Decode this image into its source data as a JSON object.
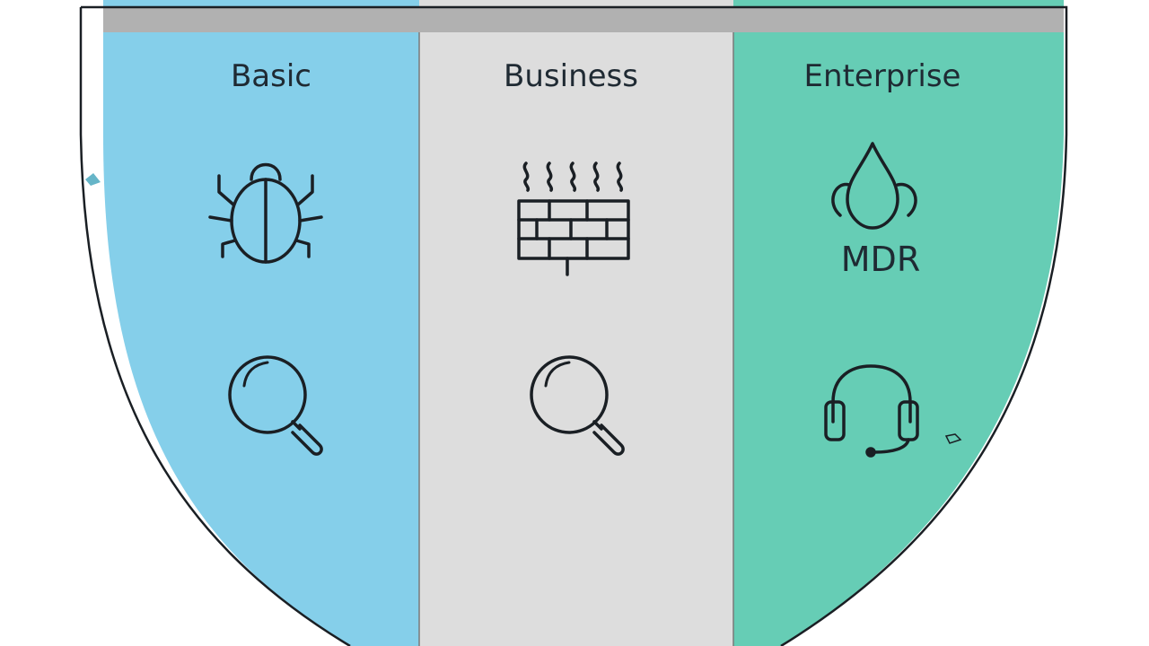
{
  "colors": {
    "basic_fill": "#85cfea",
    "business_fill": "#dddddd",
    "enterprise_fill": "#66cdb5",
    "top_bar": "#b1b1b1",
    "outline": "#1a1f24",
    "text": "#1f2a33"
  },
  "tiers": [
    {
      "title": "Basic",
      "icons": [
        "bug-icon",
        "magnifier-icon"
      ]
    },
    {
      "title": "Business",
      "icons": [
        "firewall-icon",
        "magnifier-icon"
      ]
    },
    {
      "title": "Enterprise",
      "icons": [
        "droplet-icon",
        "headset-icon"
      ],
      "badge": "MDR"
    }
  ]
}
